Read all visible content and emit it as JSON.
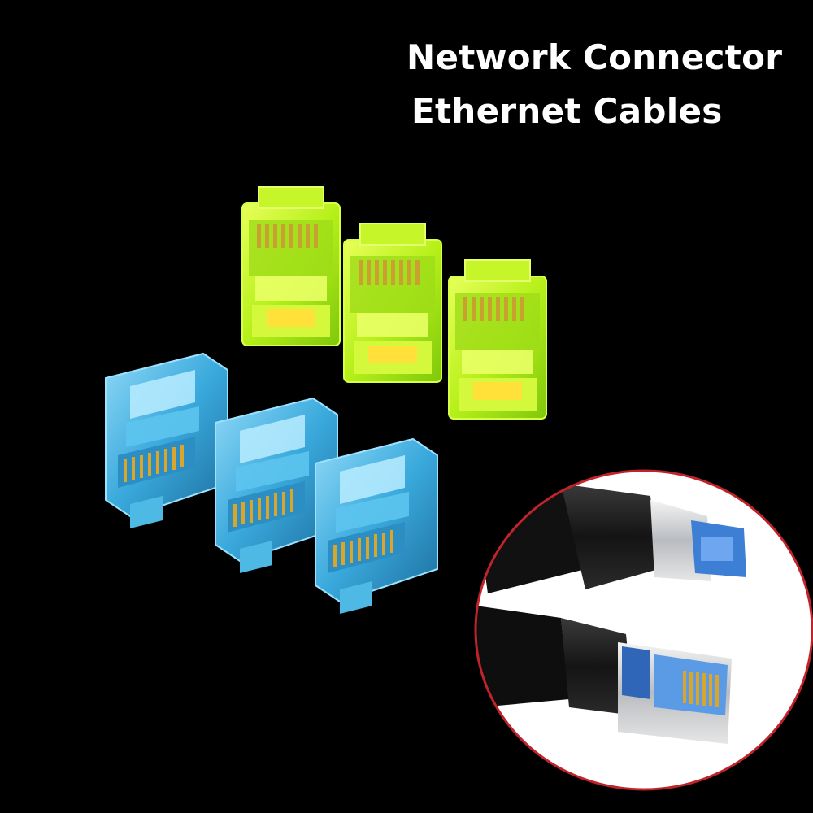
{
  "title": {
    "line1": "Network Connector",
    "line2": "Ethernet Cables"
  },
  "colors": {
    "background": "#000000",
    "title_text": "#ffffff",
    "green_plug": "#c8ff1e",
    "blue_plug": "#3fb6e6",
    "gold_contacts": "#d9a62b",
    "inset_circle": "#ffffff",
    "inset_border": "#c0242a",
    "cable_boot": "#1a1a1a"
  },
  "objects": {
    "green_plugs": 3,
    "blue_plugs": 3,
    "inset_cables": 2
  }
}
